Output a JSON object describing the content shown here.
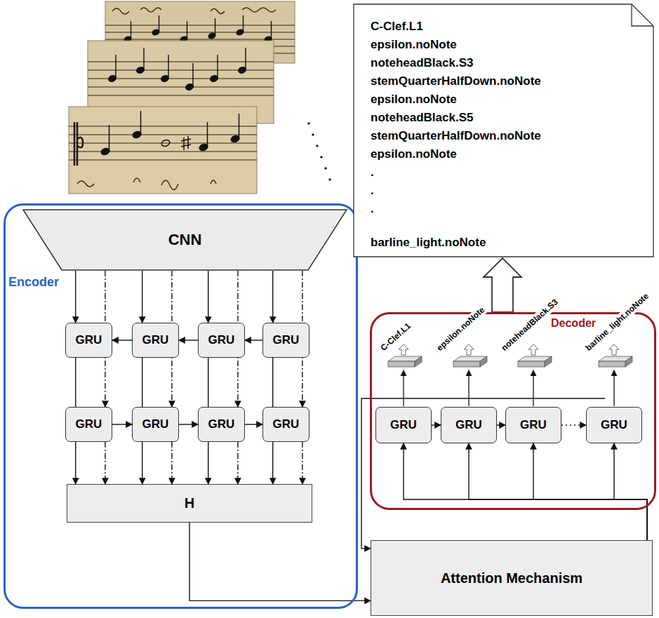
{
  "diagram": {
    "nodes": [
      {
        "text": [
          "Encoder"
        ]
      },
      {
        "text": [
          "CNN"
        ],
        "in": 0
      },
      {
        "text": [
          "GRU"
        ],
        "in": 0
      },
      {
        "text": [
          "GRU"
        ],
        "in": 0
      },
      {
        "text": [
          "GRU"
        ],
        "in": 0
      },
      {
        "text": [
          "GRU"
        ],
        "in": 0
      },
      {
        "text": [
          "GRU"
        ],
        "in": 0
      },
      {
        "text": [
          "GRU"
        ],
        "in": 0
      },
      {
        "text": [
          "GRU"
        ],
        "in": 0
      },
      {
        "text": [
          "GRU"
        ],
        "in": 0
      },
      {
        "text": [
          "H"
        ],
        "in": 0
      },
      {
        "text": [
          "Decoder"
        ]
      },
      {
        "text": [
          "GRU"
        ],
        "in": 11
      },
      {
        "text": [
          "GRU"
        ],
        "in": 11
      },
      {
        "text": [
          "GRU"
        ],
        "in": 11
      },
      {
        "text": [
          "GRU"
        ],
        "in": 11
      },
      {
        "text": [
          "Attention Mechanism"
        ]
      },
      {
        "text": [
          "C-Clef.L1",
          "epsilon.noNote",
          "noteheadBlack.S3",
          "stemQuarterHalfDown.noNote",
          "epsilon.noNote",
          "noteheadBlack.S5",
          "stemQuarterHalfDown.noNote",
          "epsilon.noNote",
          ".",
          ".",
          ".",
          "barline_light.noNote"
        ]
      }
    ],
    "edges": [
      {
        "from": 1,
        "to": 2,
        "arrow": "to"
      },
      {
        "from": 1,
        "to": 3,
        "arrow": "to"
      },
      {
        "from": 1,
        "to": 4,
        "arrow": "to"
      },
      {
        "from": 1,
        "to": 5,
        "arrow": "to"
      },
      {
        "from": 1,
        "to": 6,
        "arrow": "to"
      },
      {
        "from": 1,
        "to": 7,
        "arrow": "to"
      },
      {
        "from": 1,
        "to": 8,
        "arrow": "to"
      },
      {
        "from": 1,
        "to": 9,
        "arrow": "to"
      },
      {
        "from": 5,
        "to": 4,
        "arrow": "to"
      },
      {
        "from": 4,
        "to": 3,
        "arrow": "to"
      },
      {
        "from": 3,
        "to": 2,
        "arrow": "to"
      },
      {
        "from": 6,
        "to": 7,
        "arrow": "to"
      },
      {
        "from": 7,
        "to": 8,
        "arrow": "to"
      },
      {
        "from": 8,
        "to": 9,
        "arrow": "to"
      },
      {
        "from": 2,
        "to": 10,
        "arrow": "to"
      },
      {
        "from": 3,
        "to": 10,
        "arrow": "to"
      },
      {
        "from": 4,
        "to": 10,
        "arrow": "to"
      },
      {
        "from": 5,
        "to": 10,
        "arrow": "to"
      },
      {
        "from": 6,
        "to": 10,
        "arrow": "to"
      },
      {
        "from": 7,
        "to": 10,
        "arrow": "to"
      },
      {
        "from": 8,
        "to": 10,
        "arrow": "to"
      },
      {
        "from": 9,
        "to": 10,
        "arrow": "to"
      },
      {
        "from": 10,
        "to": 16,
        "arrow": "to"
      },
      {
        "from": 12,
        "to": 13,
        "arrow": "to"
      },
      {
        "from": 13,
        "to": 14,
        "arrow": "to"
      },
      {
        "from": 14,
        "to": 15,
        "arrow": "to"
      },
      {
        "from": 16,
        "to": 12,
        "arrow": "to"
      },
      {
        "from": 16,
        "to": 13,
        "arrow": "to"
      },
      {
        "from": 16,
        "to": 14,
        "arrow": "to"
      },
      {
        "from": 16,
        "to": 15,
        "arrow": "to"
      },
      {
        "from": 11,
        "to": 16,
        "arrow": "to"
      },
      {
        "from": 11,
        "to": 17,
        "arrow": "to"
      }
    ],
    "labels": [
      "C-Clef.L1",
      "epsilon.noNote",
      "noteheadBlack.S3",
      "barline_light.noNote"
    ]
  }
}
